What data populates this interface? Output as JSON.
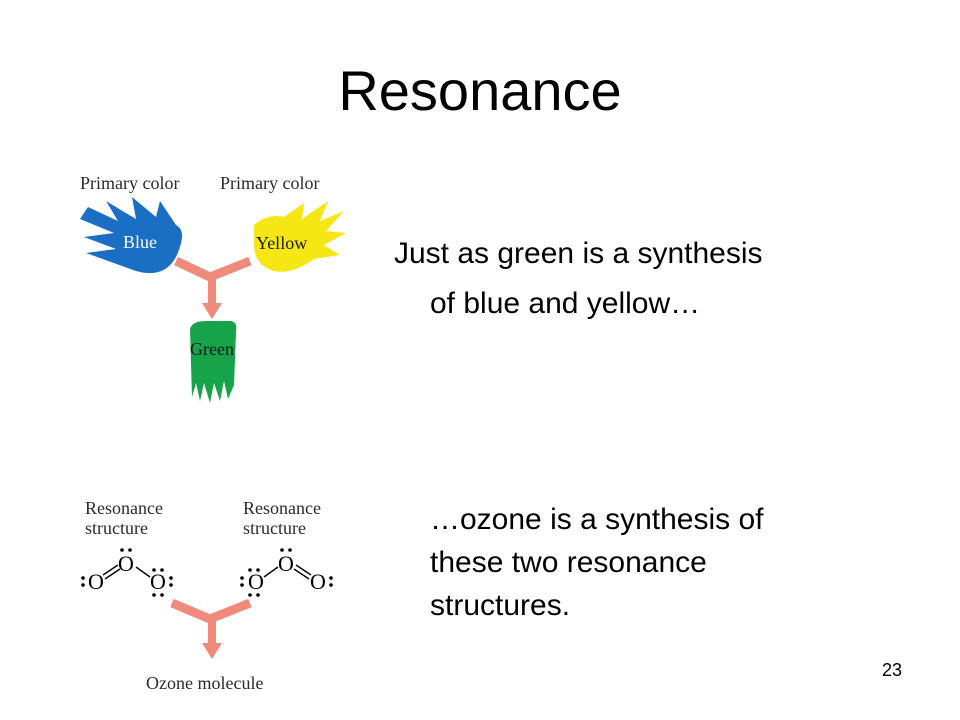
{
  "slide": {
    "title": "Resonance",
    "number": "23"
  },
  "color_figure": {
    "label_left": "Primary color",
    "label_right": "Primary color",
    "blob_blue": "Blue",
    "blob_yellow": "Yellow",
    "blob_green": "Green",
    "colors": {
      "blue": "#1a6fc4",
      "yellow": "#f5e614",
      "green": "#17a34a",
      "arrow": "#f08a7a"
    }
  },
  "ozone_figure": {
    "label_left_line1": "Resonance",
    "label_left_line2": "structure",
    "label_right_line1": "Resonance",
    "label_right_line2": "structure",
    "atom": "O",
    "lone_pair": ":",
    "bottom_label": "Ozone molecule"
  },
  "text": {
    "para1_line1": "Just as green is a synthesis",
    "para1_line2": "of blue and yellow…",
    "para2_line1": "…ozone is a synthesis of",
    "para2_line2": "these two resonance",
    "para2_line3": "structures."
  }
}
